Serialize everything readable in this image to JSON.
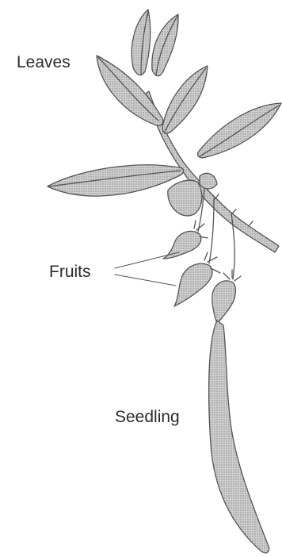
{
  "labels": {
    "leaves": "Leaves",
    "fruits": "Fruits",
    "seedling": "Seedling"
  },
  "colors": {
    "fill": "#c9c9c9",
    "stroke": "#555555",
    "text": "#2b2b2b"
  }
}
